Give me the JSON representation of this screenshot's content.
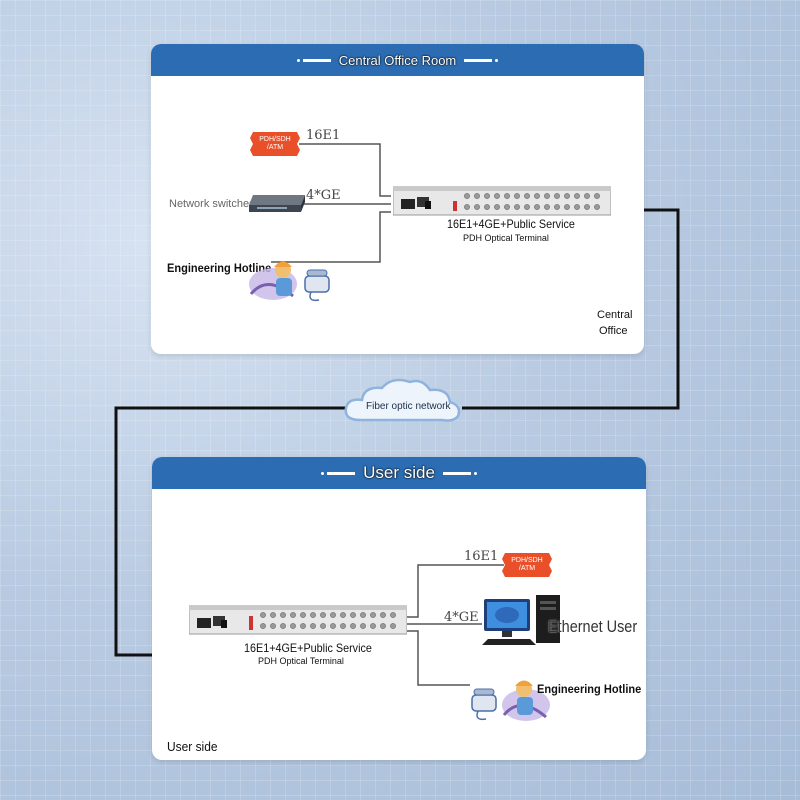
{
  "central_office": {
    "title": "Central Office Room",
    "pdh_badge": "PDH/SDH\n/ATM",
    "e1_label": "16E1",
    "ge_label": "4*GE",
    "network_switches": "Network switches",
    "engineering_hotline": "Engineering Hotline",
    "device_title": "16E1+4GE+Public Service",
    "device_subtitle": "PDH Optical Terminal",
    "corner_label_1": "Central",
    "corner_label_2": "Office"
  },
  "cloud": {
    "label": "Fiber optic network"
  },
  "user_side": {
    "title": "User side",
    "pdh_badge": "PDH/SDH\n/ATM",
    "e1_label": "16E1",
    "ge_label": "4*GE",
    "ethernet_user": "Ethernet User",
    "engineering_hotline": "Engineering Hotline",
    "device_title": "16E1+4GE+Public Service",
    "device_subtitle": "PDH Optical Terminal",
    "corner_label": "User side"
  },
  "colors": {
    "header_blue": "#2b6cb2",
    "badge_red": "#e9502a",
    "link_gray": "#555555",
    "fiber_black": "#111111"
  }
}
